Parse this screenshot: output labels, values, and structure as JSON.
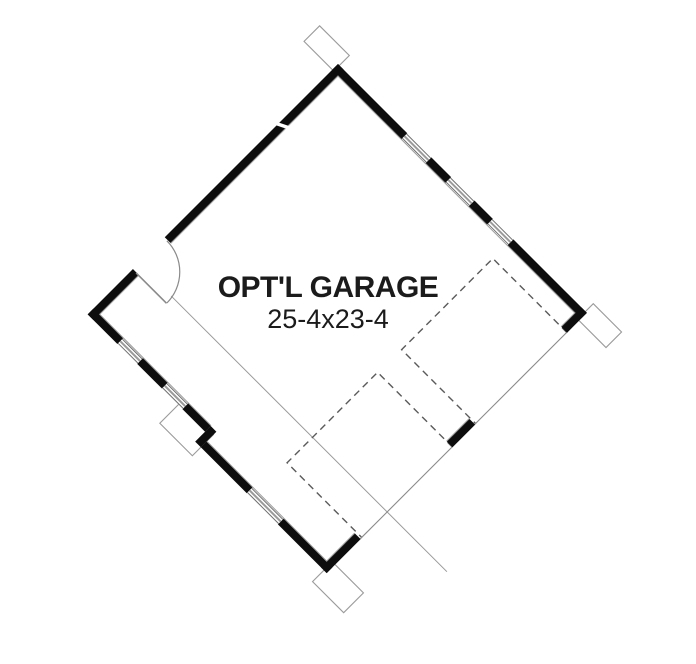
{
  "plan": {
    "room_label": "OPT'L GARAGE",
    "room_dimensions": "25-4x23-4",
    "features": {
      "entry_doors": 1,
      "windows_upper_right_wall": 3,
      "windows_lower_left_wall": 3,
      "garage_door_openings_dashed": 2,
      "corner_pads": 4
    }
  },
  "colors": {
    "wall": "#0d0d0d",
    "hairline": "#9b9b9b",
    "dashline": "#5a5a5a",
    "background": "#ffffff"
  }
}
